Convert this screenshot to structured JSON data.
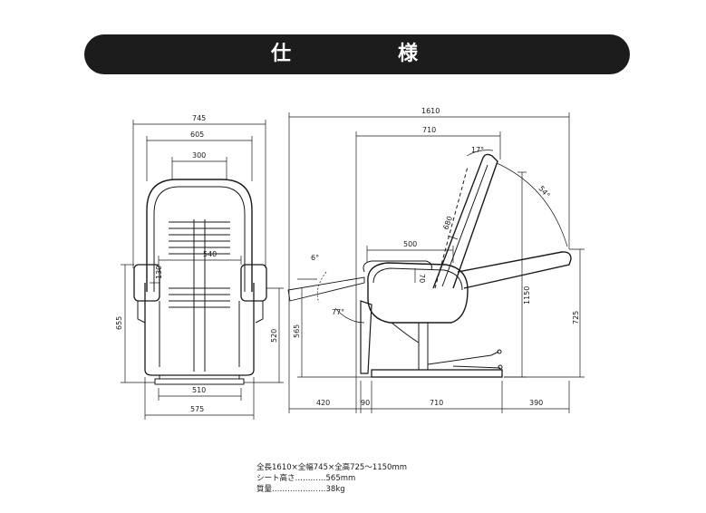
{
  "heading": {
    "char1": "仕",
    "char2": "様"
  },
  "front_view": {
    "widths": {
      "overall": "745",
      "back": "605",
      "headrest": "300",
      "seat": "540",
      "base_inner": "510",
      "base_outer": "575"
    },
    "heights": {
      "armrest_thickness": "130",
      "overall": "655",
      "armrest_height": "520"
    }
  },
  "side_view": {
    "overall_length": "1610",
    "reclined_length": "710",
    "back_angle": "17°",
    "recline_angle": "54°",
    "back_length": "680",
    "seat_depth": "500",
    "seat_offset": "70",
    "foot_angle": "6°",
    "leg_angle": "77°",
    "heights": {
      "seat": "565",
      "overall": "1150",
      "min_total": "725"
    },
    "bottom": {
      "footrest": "420",
      "gap": "90",
      "base": "710",
      "rear": "390"
    }
  },
  "specs": {
    "line1": "全長1610×全幅745×全高725～1150mm",
    "line2": "シート高さ…………565mm",
    "line3": "質量…………………38kg"
  }
}
